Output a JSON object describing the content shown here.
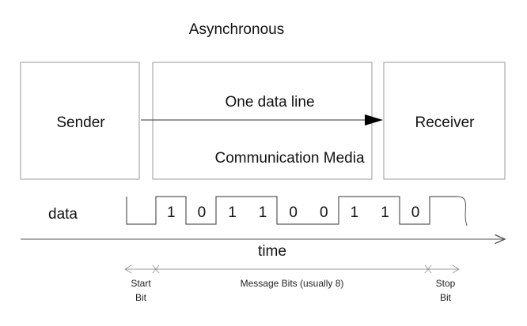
{
  "title": "Asynchronous",
  "sender": {
    "label": "Sender"
  },
  "media": {
    "line_label": "One data line",
    "media_label": "Communication Media"
  },
  "receiver": {
    "label": "Receiver"
  },
  "timing": {
    "data_label": "data",
    "bits": [
      "1",
      "0",
      "1",
      "1",
      "0",
      "0",
      "1",
      "1",
      "0"
    ],
    "time_label": "time"
  },
  "frame": {
    "start_line1": "Start",
    "start_line2": "Bit",
    "message_label": "Message Bits (usually 8)",
    "stop_line1": "Stop",
    "stop_line2": "Bit"
  },
  "colors": {
    "line": "#333333",
    "box_border": "#9a9a9a",
    "annotation": "#9a9a9a",
    "arrowhead": "#000000"
  }
}
